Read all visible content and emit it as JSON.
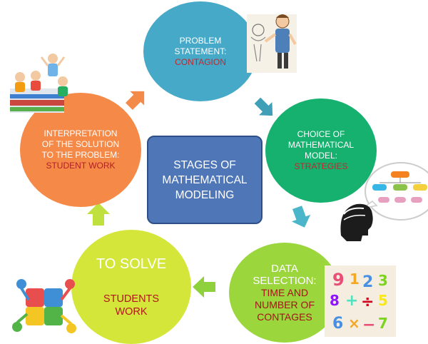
{
  "center": {
    "lines": [
      "STAGES OF",
      "MATHEMATICAL",
      "MODELING"
    ]
  },
  "problem": {
    "title_lines": [
      "PROBLEM",
      "STATEMENT:"
    ],
    "highlight": "CONTAGION"
  },
  "model": {
    "title_lines": [
      "CHOICE OF",
      "MATHEMATICAL",
      "MODEL:"
    ],
    "highlight": "STRATEGIES"
  },
  "data_selection": {
    "title_lines": [
      "DATA",
      "SELECTION:"
    ],
    "highlight_lines": [
      "TIME AND",
      "NUMBER OF",
      "CONTAGES"
    ]
  },
  "solve": {
    "title": "TO SOLVE",
    "highlight_lines": [
      "STUDENTS",
      "WORK"
    ]
  },
  "interpretation": {
    "title_lines": [
      "INTERPRETATION",
      "OF THE SOLUTION",
      "TO THE PROBLEM:"
    ],
    "highlight": "STUDENT WORK"
  },
  "colors": {
    "problem": "#46a9c8",
    "model": "#16b06f",
    "data": "#9bd63c",
    "solve": "#d4e63a",
    "interpretation": "#f58a48",
    "center": "#4f77b8",
    "highlight": "#c0282e"
  },
  "icons": [
    "confused-boy-icon",
    "flowchart-icon",
    "head-profile-icon",
    "math-symbols-icon",
    "puzzle-people-icon",
    "children-books-icon"
  ]
}
